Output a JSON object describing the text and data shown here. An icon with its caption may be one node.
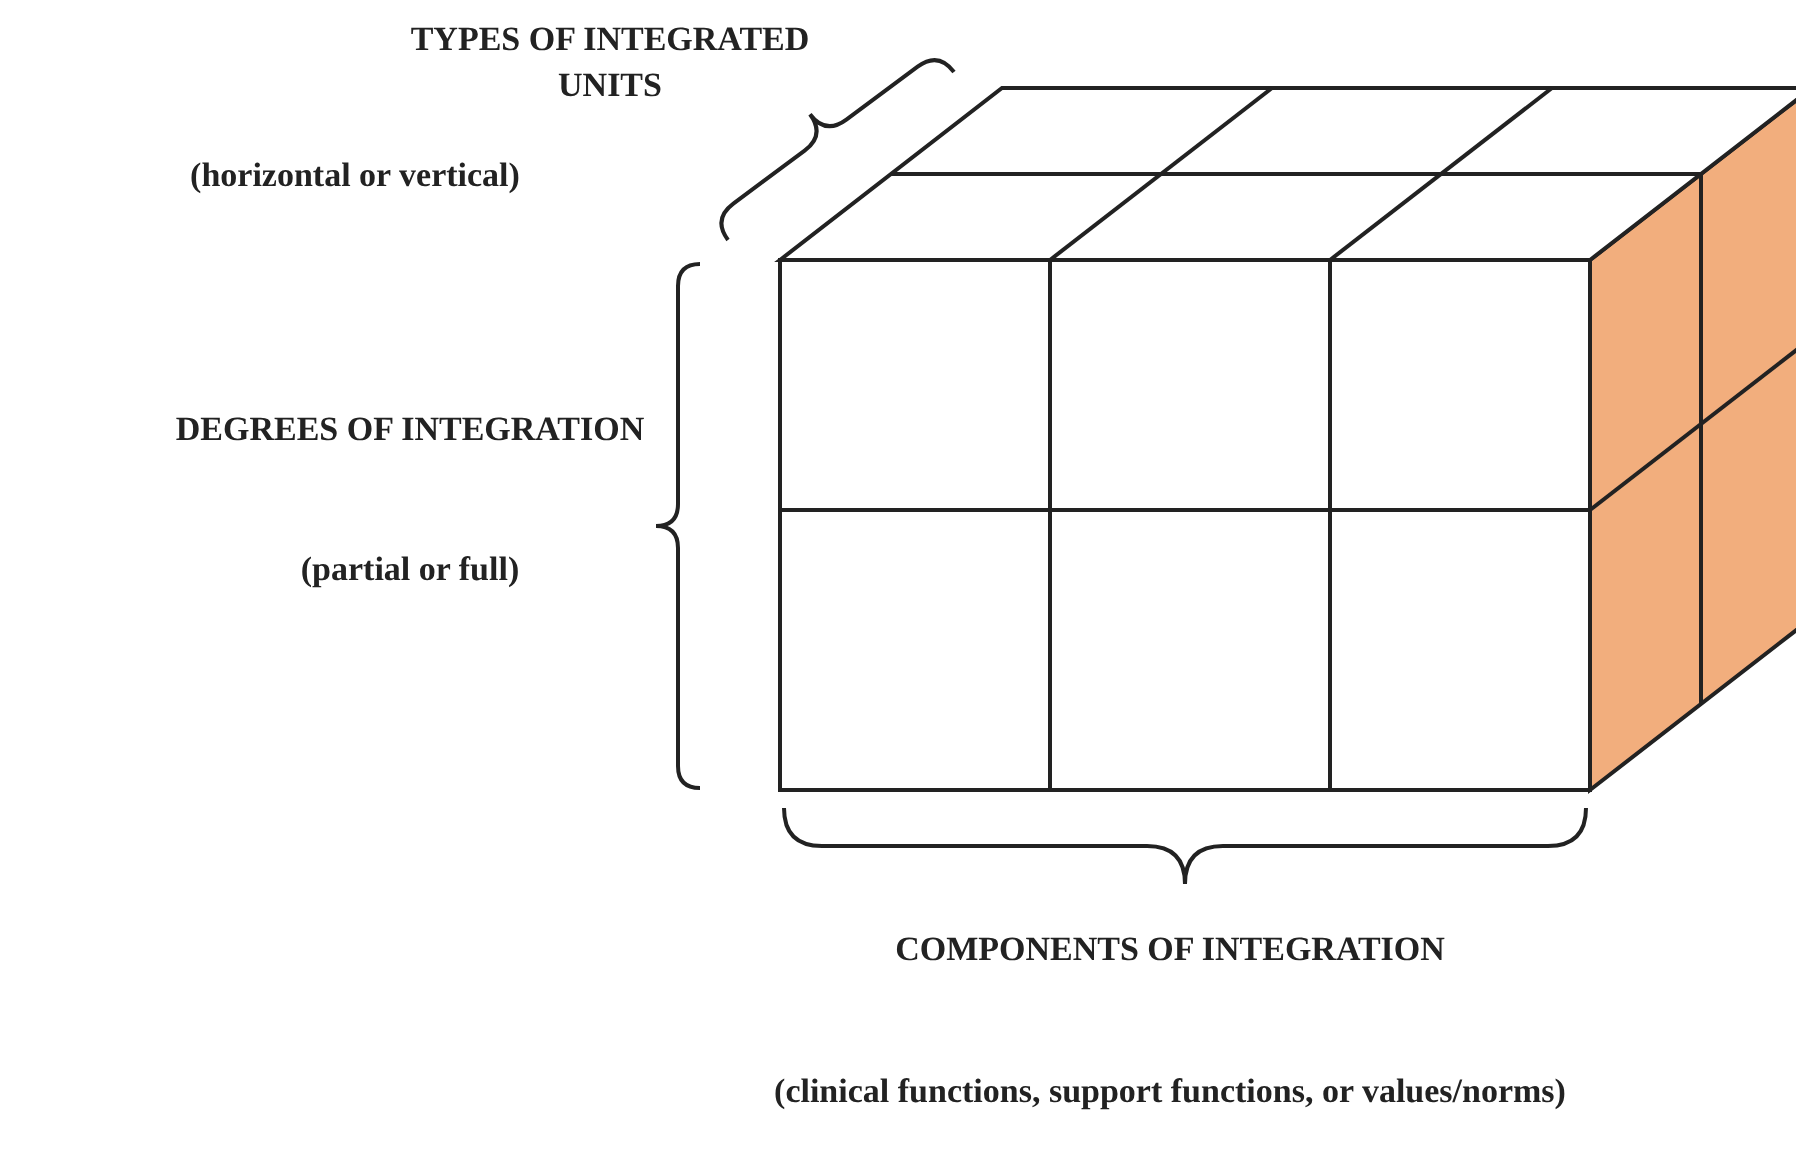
{
  "diagram": {
    "labels": [
      "TYPES OF INTEGRATED UNITS",
      "(horizontal or vertical)",
      "DEGREES OF INTEGRATION",
      "(partial or full)",
      "COMPONENTS OF INTEGRATION",
      "(clinical functions, support functions, or values/norms)"
    ]
  }
}
